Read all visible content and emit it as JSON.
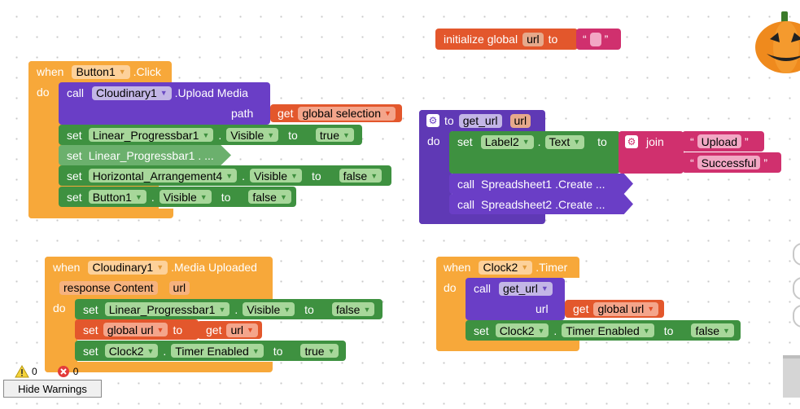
{
  "b1": {
    "when": "when",
    "component": "Button1",
    "event": ".Click",
    "do": "do",
    "call": "call",
    "call_component": "Cloudinary1",
    "call_method": ".Upload Media",
    "path_label": "path",
    "get": "get",
    "get_var": "global selection",
    "set": "set",
    "to": "to",
    "s1_comp": "Linear_Progressbar1",
    "s1_prop": "Visible",
    "s1_val": "true",
    "s2_text": "Linear_Progressbar1 . ...",
    "s3_comp": "Horizontal_Arrangement4",
    "s3_prop": "Visible",
    "s3_val": "false",
    "s4_comp": "Button1",
    "s4_prop": "Visible",
    "s4_val": "false",
    "dot": "."
  },
  "gv": {
    "label": "initialize global",
    "name": "url",
    "to": "to",
    "q_open": "“",
    "q_close": "”"
  },
  "proc": {
    "to": "to",
    "name": "get_url",
    "param": "url",
    "do": "do",
    "set": "set",
    "comp": "Label2",
    "prop": "Text",
    "set_to": "to",
    "join": "join",
    "str1": "Upload",
    "str2": "Successful",
    "call": "call",
    "call1": "Spreadsheet1 .Create ...",
    "call2": "Spreadsheet2 .Create ...",
    "dot": ".",
    "q_open": "“",
    "q_close": "”"
  },
  "mu": {
    "when": "when",
    "component": "Cloudinary1",
    "event": ".Media Uploaded",
    "param1": "response Content",
    "param2": "url",
    "do": "do",
    "set": "set",
    "to": "to",
    "get": "get",
    "dot": ".",
    "s1_comp": "Linear_Progressbar1",
    "s1_prop": "Visible",
    "s1_val": "false",
    "s2_var": "global url",
    "s2_get": "url",
    "s3_comp": "Clock2",
    "s3_prop": "Timer Enabled",
    "s3_val": "true"
  },
  "tm": {
    "when": "when",
    "component": "Clock2",
    "event": ".Timer",
    "do": "do",
    "call": "call",
    "proc": "get_url",
    "arg_label": "url",
    "get": "get",
    "get_var": "global url",
    "set": "set",
    "comp": "Clock2",
    "prop": "Timer Enabled",
    "to": "to",
    "val": "false",
    "dot": "."
  },
  "warnings": {
    "warn_count": "0",
    "error_count": "0",
    "hide_label": "Hide Warnings"
  },
  "colors": {
    "event": "#f7a83a",
    "procedure": "#6a3ec6",
    "setter": "#3e9140",
    "variable": "#e3572c",
    "text": "#d0306e"
  },
  "icons": {
    "mascot": "pumpkin-icon",
    "warning": "warning-icon",
    "error": "error-icon",
    "mutator": "gear-icon"
  }
}
